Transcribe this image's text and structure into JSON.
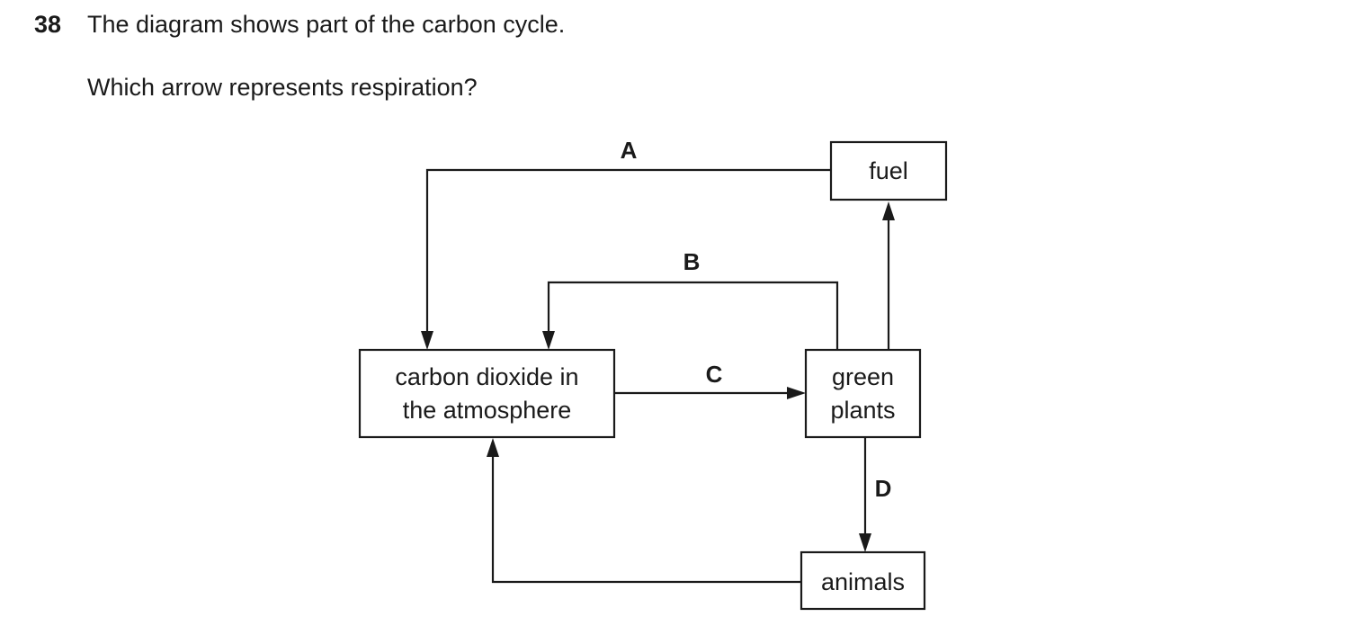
{
  "question": {
    "number": "38",
    "stem": "The diagram shows part of the carbon cycle.",
    "prompt": "Which arrow represents respiration?"
  },
  "diagram": {
    "boxes": {
      "co2": {
        "line1": "carbon dioxide in",
        "line2": "the atmosphere"
      },
      "plants": {
        "line1": "green",
        "line2": "plants"
      },
      "fuel": {
        "label": "fuel"
      },
      "animals": {
        "label": "animals"
      }
    },
    "arrows": {
      "a": "A",
      "b": "B",
      "c": "C",
      "d": "D"
    }
  }
}
